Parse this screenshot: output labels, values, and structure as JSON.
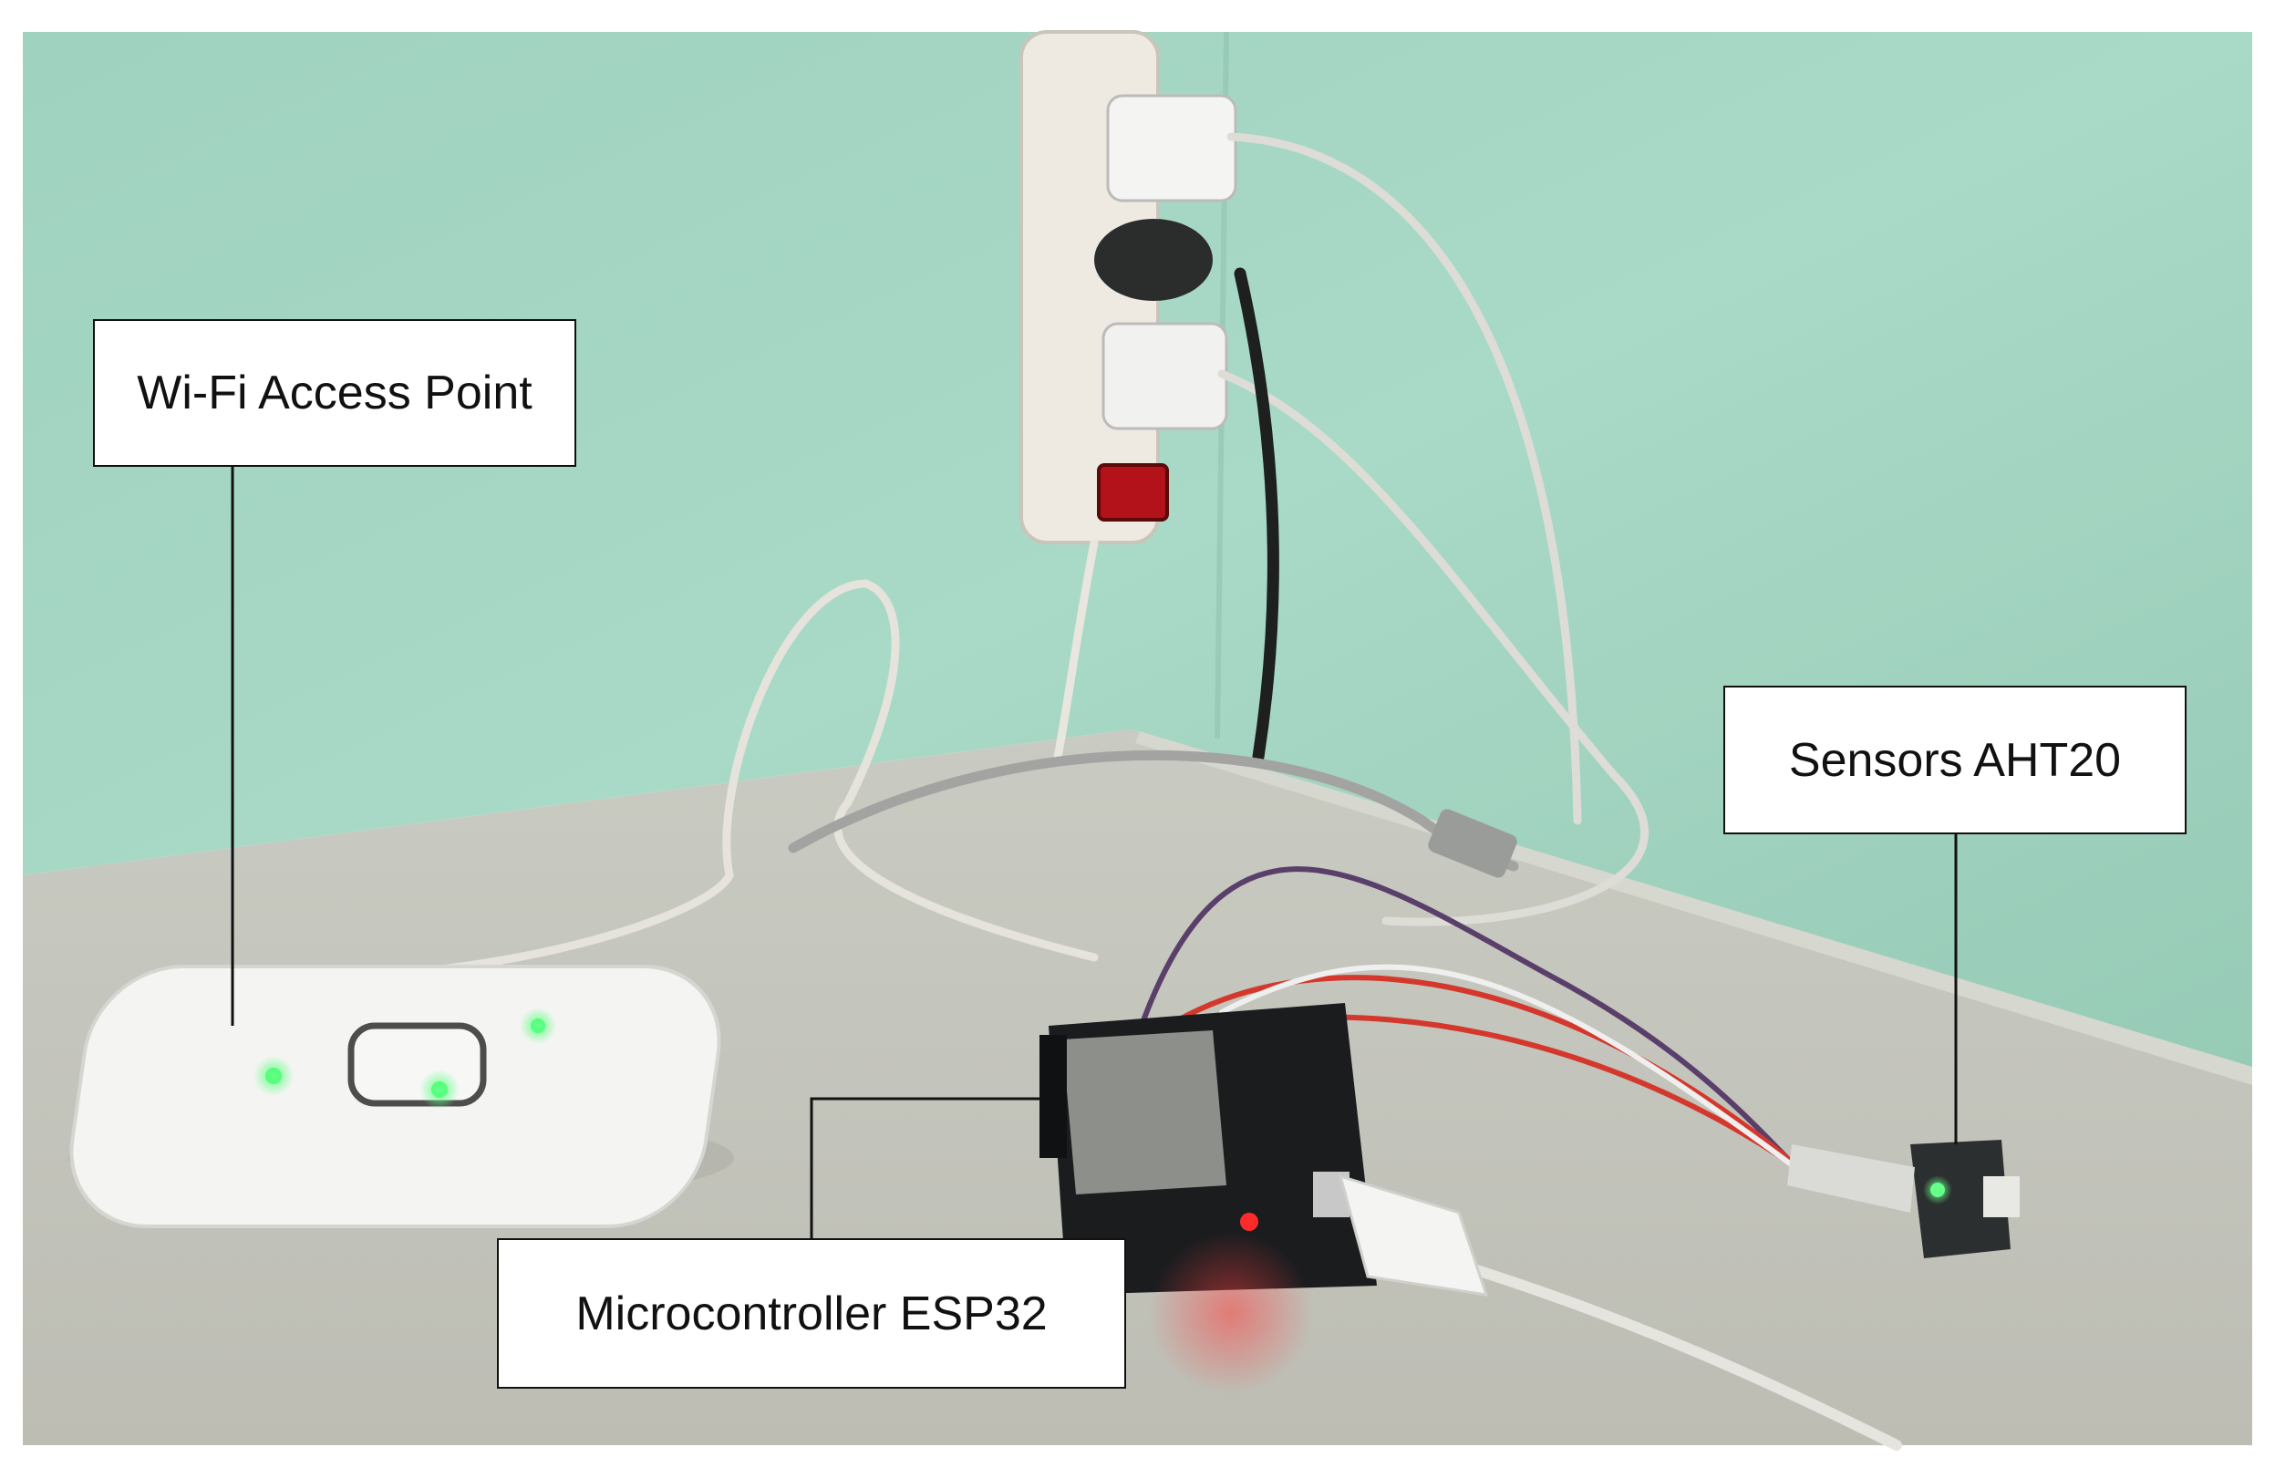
{
  "labels": {
    "access_point": "Wi-Fi Access Point",
    "sensors": "Sensors AHT20",
    "microcontroller": "Microcontroller ESP32"
  },
  "colors": {
    "wall": "#a6d6c4",
    "table": "#ccccc4",
    "led_green": "#33ff66",
    "led_red": "#ff2a2a"
  }
}
